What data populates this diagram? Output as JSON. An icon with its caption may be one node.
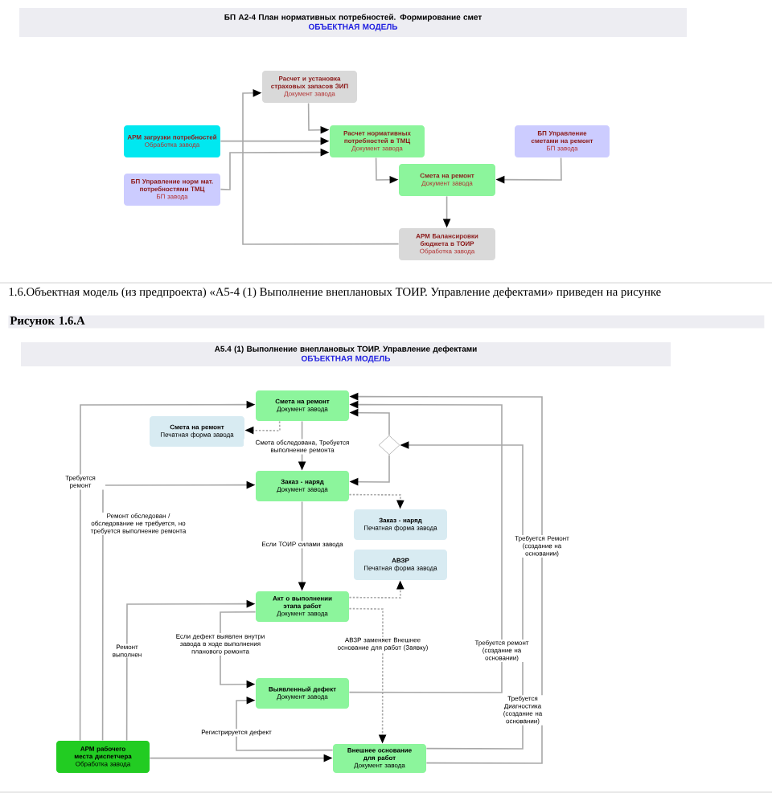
{
  "diagram": {
    "nodes": [
      {
        "text": [
          "БП А2-4 План нормативных потребностей. Формирование смет",
          "ОБЪЕКТНАЯ МОДЕЛЬ"
        ]
      },
      {
        "text": [
          "Расчет и установка страховых запасов ЗИП",
          "Документ завода"
        ]
      },
      {
        "text": [
          "АРМ загрузки потребностей",
          "Обработка завода"
        ]
      },
      {
        "text": [
          "Расчет нормативных потребностей в ТМЦ",
          "Документ завода"
        ]
      },
      {
        "text": [
          "БП Управление сметами на ремонт",
          "БП завода"
        ]
      },
      {
        "text": [
          "БП Управление норм мат. потребностями ТМЦ",
          "БП завода"
        ]
      },
      {
        "text": [
          "Смета на ремонт",
          "Документ завода"
        ]
      },
      {
        "text": [
          "АРМ Балансировки бюджета в ТОИР",
          "Обработка завода"
        ]
      },
      {
        "text": [
          "А5.4 (1) Выполнение внеплановых ТОИР. Управление дефектами",
          "ОБЪЕКТНАЯ МОДЕЛЬ"
        ]
      },
      {
        "text": [
          "Смета на ремонт",
          "Документ завода"
        ]
      },
      {
        "text": [
          "Смета на ремонт",
          "Печатная форма завода"
        ]
      },
      {
        "text": [],
        "shape": "diamond"
      },
      {
        "text": [
          "Заказ - наряд",
          "Документ завода"
        ]
      },
      {
        "text": [
          "Заказ - наряд",
          "Печатная форма завода"
        ]
      },
      {
        "text": [
          "АВЗР",
          "Печатная форма завода"
        ]
      },
      {
        "text": [
          "Акт о выполнении этапа работ",
          "Документ завода"
        ]
      },
      {
        "text": [
          "Выявленный дефект",
          "Документ завода"
        ]
      },
      {
        "text": [
          "АРМ рабочего места диспетчера",
          "Обработка завода"
        ]
      },
      {
        "text": [
          "Внешнее основание для работ",
          "Документ завода"
        ]
      }
    ],
    "edges": [
      {
        "from": 1,
        "to": 3,
        "arrow": "to"
      },
      {
        "from": 2,
        "to": 3,
        "arrow": "to"
      },
      {
        "from": 5,
        "to": 3,
        "arrow": "to"
      },
      {
        "from": 7,
        "to": 1,
        "arrow": "to"
      },
      {
        "from": 3,
        "to": 6,
        "arrow": "to"
      },
      {
        "from": 4,
        "to": 6,
        "arrow": "to"
      },
      {
        "from": 6,
        "to": 7,
        "arrow": "to"
      },
      {
        "from": 9,
        "to": 10,
        "arrow": "to",
        "style": "dashed"
      },
      {
        "from": 9,
        "to": 12,
        "arrow": "to",
        "label": "Смета обследована, Требуется выполнение ремонта"
      },
      {
        "from": 11,
        "to": 9,
        "arrow": "to"
      },
      {
        "from": 11,
        "to": 12,
        "arrow": "to"
      },
      {
        "from": 17,
        "to": 9,
        "arrow": "to",
        "label": "Требуется ремонт"
      },
      {
        "from": 17,
        "to": 12,
        "arrow": "to",
        "label": "Ремонт обследован / обследование не требуется, но требуется выполнение ремонта"
      },
      {
        "from": 17,
        "to": 15,
        "arrow": "to",
        "label": "Ремонт выполнен"
      },
      {
        "from": 12,
        "to": 15,
        "arrow": "to",
        "label": "Если ТОИР силами завода"
      },
      {
        "from": 12,
        "to": 13,
        "arrow": "to",
        "style": "dashed"
      },
      {
        "from": 15,
        "to": 14,
        "arrow": "to",
        "style": "dashed"
      },
      {
        "from": 15,
        "to": 16,
        "arrow": "to",
        "label": "Если дефект выявлен внутри завода в ходе выполнения планового ремонта"
      },
      {
        "from": 15,
        "to": 18,
        "arrow": "to",
        "style": "dashed",
        "label": "АВЗР заменяет Внешнее основание для работ (Заявку)"
      },
      {
        "from": 18,
        "to": 16,
        "arrow": "to",
        "label": "Регистрируется дефект"
      },
      {
        "from": 17,
        "to": 18,
        "arrow": "to"
      },
      {
        "from": 16,
        "to": 9,
        "arrow": "to",
        "label": "Требуется ремонт (создание на основании)"
      },
      {
        "from": 18,
        "to": 11,
        "arrow": "to",
        "label": "Требуется Диагностика (создание на основании)"
      },
      {
        "from": 18,
        "to": 9,
        "arrow": "to",
        "label": "Требуется Ремонт (создание на основании)"
      }
    ],
    "labels": [
      "1.6.Объектная модель (из предпроекта) «А5-4 (1) Выполнение внеплановых ТОИР. Управление дефектами» приведен на рисунке",
      "Рисунок 1.6.А"
    ]
  }
}
